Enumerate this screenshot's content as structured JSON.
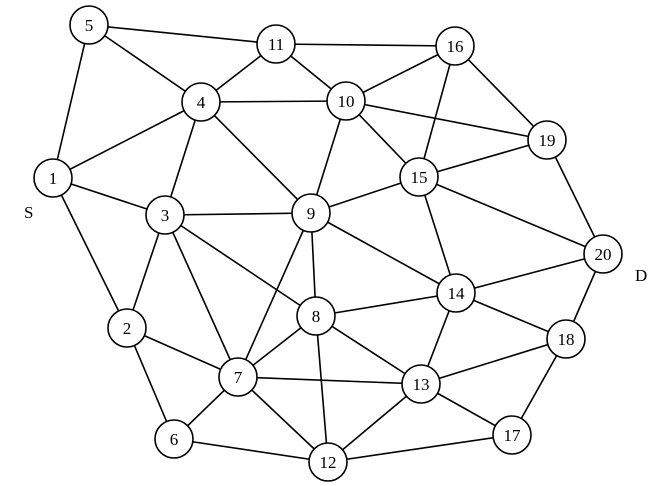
{
  "diagram": {
    "source_label": "S",
    "destination_label": "D",
    "nodes": [
      "1",
      "2",
      "3",
      "4",
      "5",
      "6",
      "7",
      "8",
      "9",
      "10",
      "11",
      "12",
      "13",
      "14",
      "15",
      "16",
      "17",
      "18",
      "19",
      "20"
    ],
    "edges": [
      [
        "1",
        "5"
      ],
      [
        "1",
        "4"
      ],
      [
        "1",
        "3"
      ],
      [
        "1",
        "2"
      ],
      [
        "5",
        "11"
      ],
      [
        "5",
        "4"
      ],
      [
        "11",
        "4"
      ],
      [
        "11",
        "16"
      ],
      [
        "11",
        "10"
      ],
      [
        "4",
        "10"
      ],
      [
        "4",
        "3"
      ],
      [
        "4",
        "9"
      ],
      [
        "10",
        "16"
      ],
      [
        "10",
        "19"
      ],
      [
        "10",
        "9"
      ],
      [
        "10",
        "15"
      ],
      [
        "16",
        "15"
      ],
      [
        "16",
        "19"
      ],
      [
        "19",
        "15"
      ],
      [
        "19",
        "20"
      ],
      [
        "15",
        "9"
      ],
      [
        "15",
        "20"
      ],
      [
        "15",
        "14"
      ],
      [
        "3",
        "9"
      ],
      [
        "3",
        "2"
      ],
      [
        "3",
        "7"
      ],
      [
        "3",
        "8"
      ],
      [
        "9",
        "8"
      ],
      [
        "9",
        "7"
      ],
      [
        "9",
        "14"
      ],
      [
        "14",
        "20"
      ],
      [
        "14",
        "8"
      ],
      [
        "14",
        "18"
      ],
      [
        "14",
        "13"
      ],
      [
        "20",
        "18"
      ],
      [
        "8",
        "7"
      ],
      [
        "8",
        "13"
      ],
      [
        "8",
        "12"
      ],
      [
        "2",
        "7"
      ],
      [
        "2",
        "6"
      ],
      [
        "7",
        "6"
      ],
      [
        "7",
        "13"
      ],
      [
        "7",
        "12"
      ],
      [
        "18",
        "13"
      ],
      [
        "18",
        "17"
      ],
      [
        "13",
        "17"
      ],
      [
        "13",
        "12"
      ],
      [
        "12",
        "17"
      ],
      [
        "12",
        "6"
      ]
    ]
  }
}
